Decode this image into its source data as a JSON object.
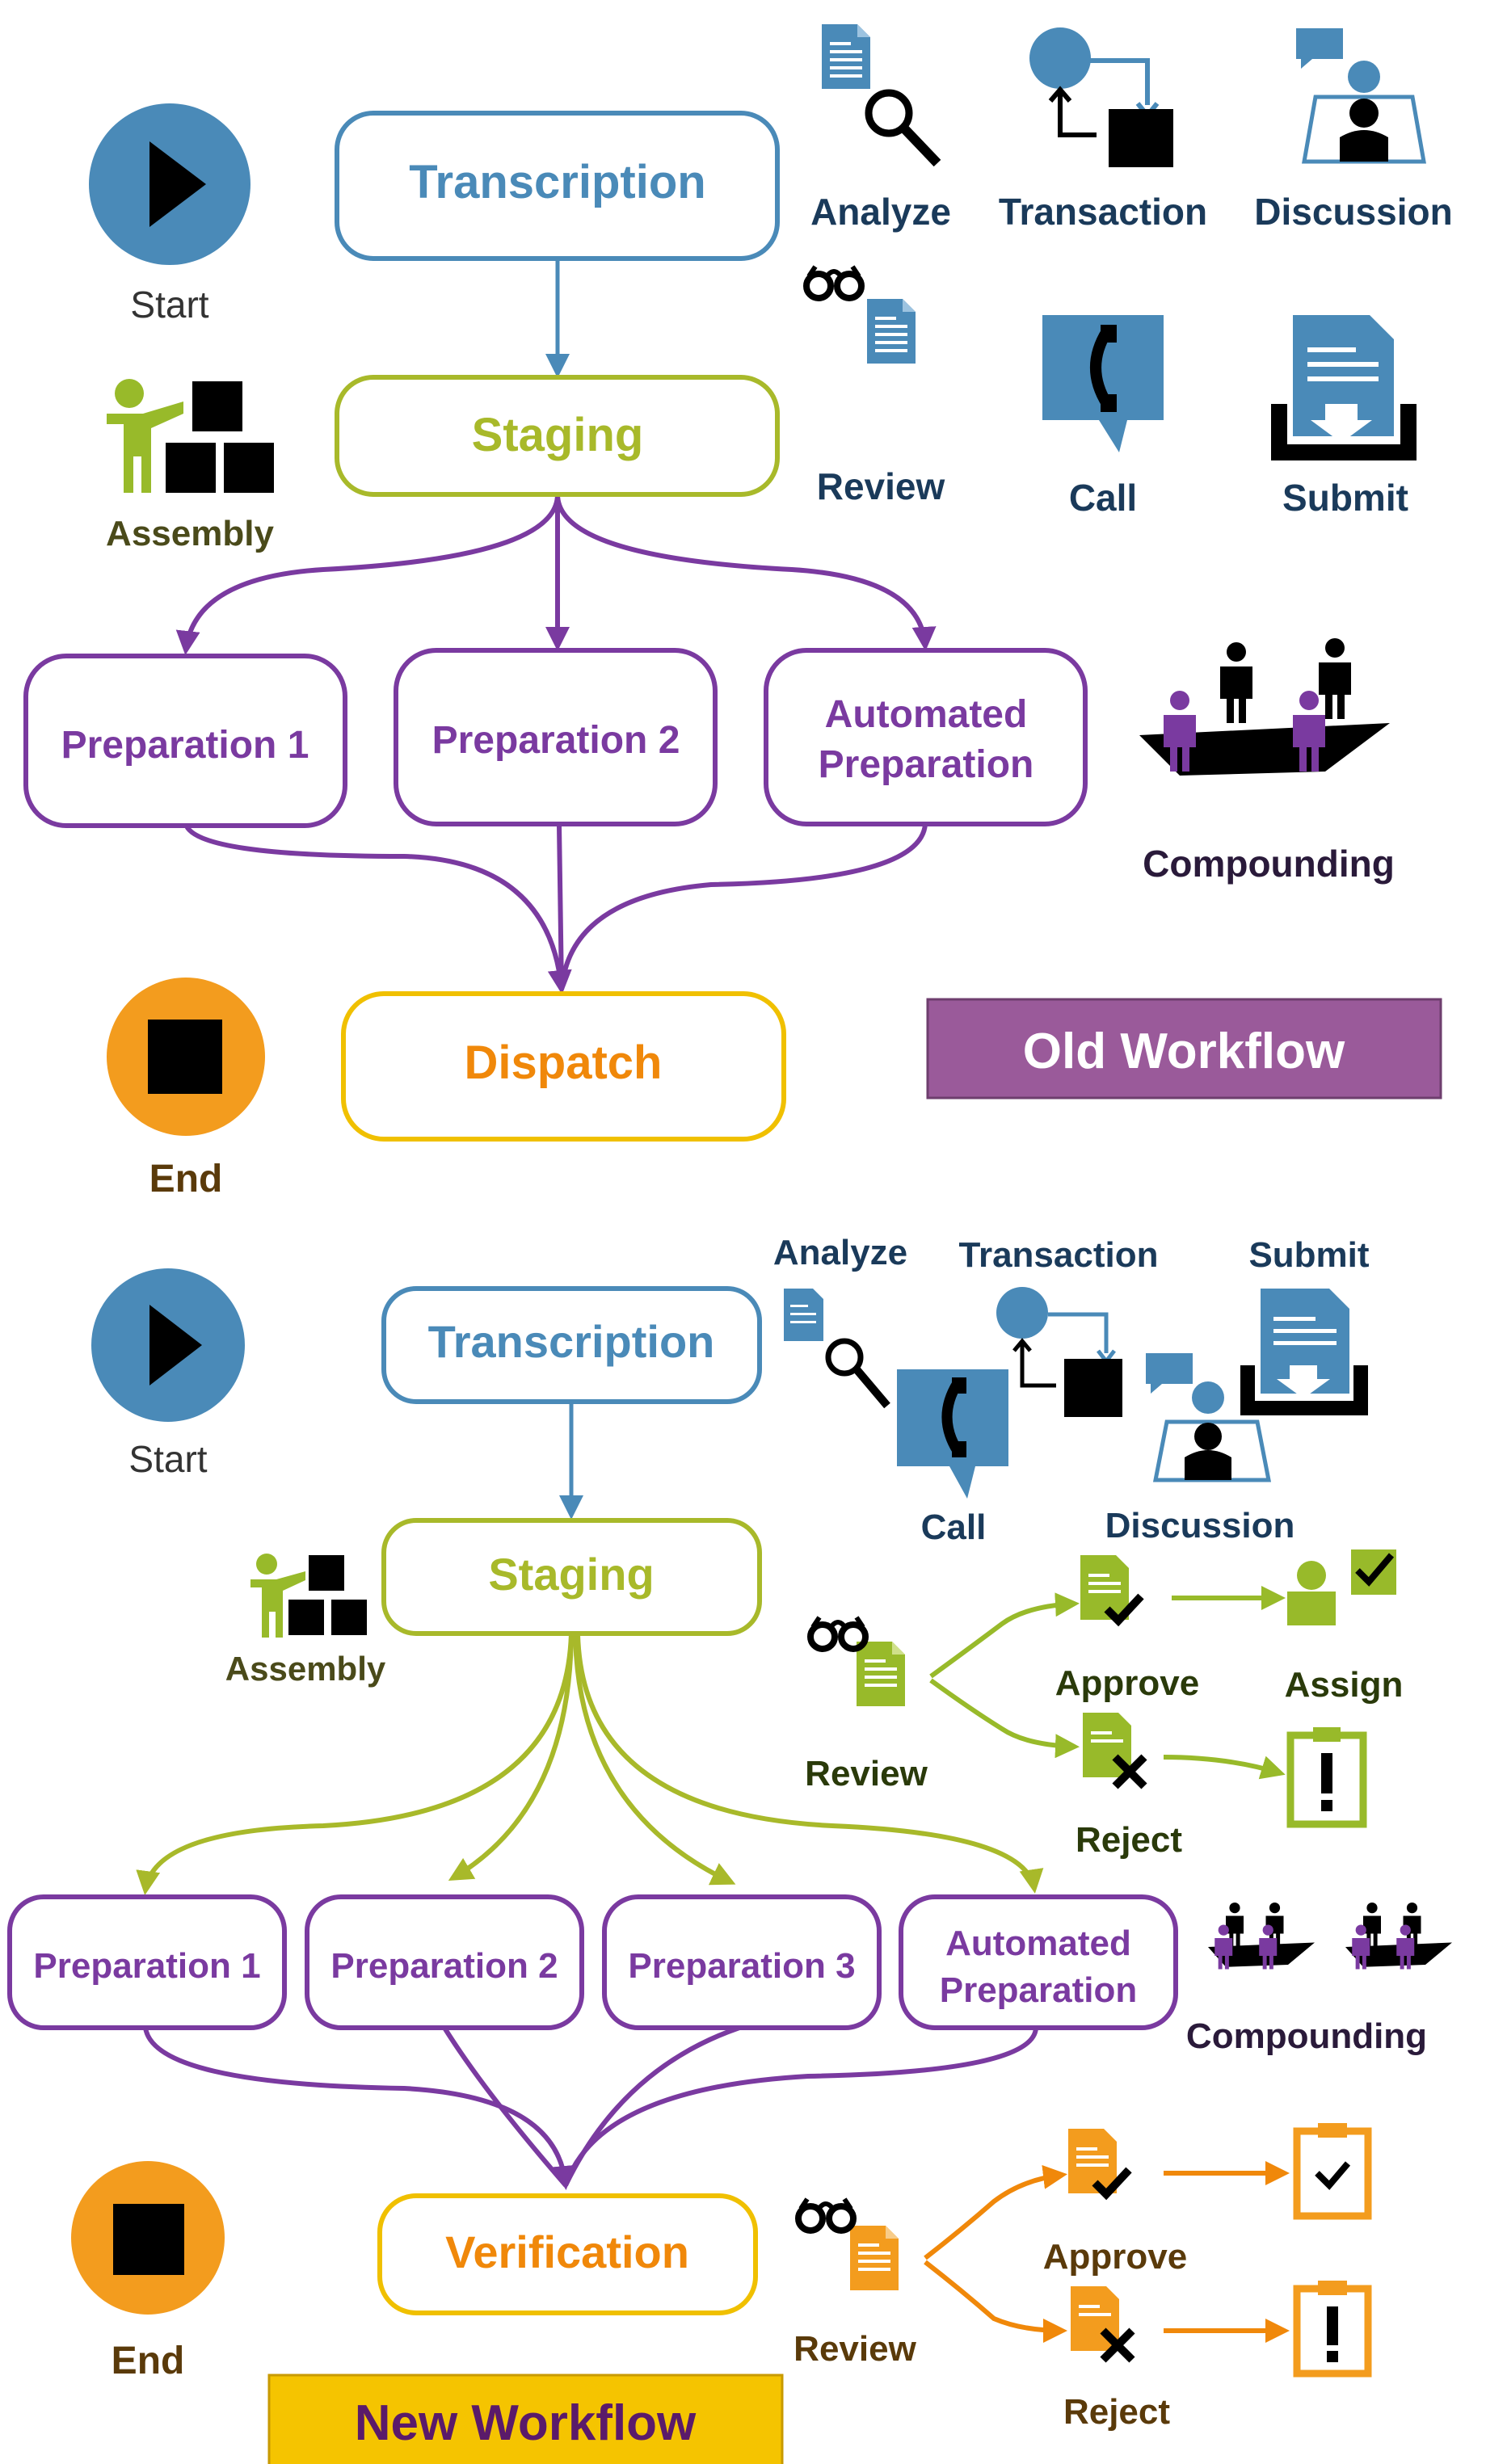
{
  "colors": {
    "blue": "#4a8ab8",
    "lime": "#a8b92a",
    "purple": "#7a3aa0",
    "gold": "#f0c000",
    "orange": "#f0880a",
    "badge_old": "#9a5a9a",
    "badge_new": "#f5c400",
    "icon_blue": "#4a8ab8",
    "icon_lime": "#98ba2a",
    "icon_orange": "#f39c1e"
  },
  "old": {
    "start": "Start",
    "end": "End",
    "transcription": "Transcription",
    "staging": "Staging",
    "prep1": "Preparation 1",
    "prep2": "Preparation 2",
    "auto1": "Automated",
    "auto2": "Preparation",
    "dispatch": "Dispatch",
    "badge": "Old Workflow",
    "icons": {
      "assembly": "Assembly",
      "analyze": "Analyze",
      "transaction": "Transaction",
      "discussion": "Discussion",
      "review": "Review",
      "call": "Call",
      "submit": "Submit",
      "compounding": "Compounding"
    }
  },
  "new": {
    "start": "Start",
    "end": "End",
    "transcription": "Transcription",
    "staging": "Staging",
    "prep1": "Preparation 1",
    "prep2": "Preparation 2",
    "prep3": "Preparation 3",
    "auto1": "Automated",
    "auto2": "Preparation",
    "verification": "Verification",
    "badge": "New Workflow",
    "icons": {
      "assembly": "Assembly",
      "analyze": "Analyze",
      "transaction": "Transaction",
      "submit": "Submit",
      "call": "Call",
      "discussion": "Discussion",
      "review": "Review",
      "approve": "Approve",
      "assign": "Assign",
      "reject": "Reject",
      "compounding": "Compounding",
      "review2": "Review",
      "approve2": "Approve",
      "reject2": "Reject"
    }
  }
}
